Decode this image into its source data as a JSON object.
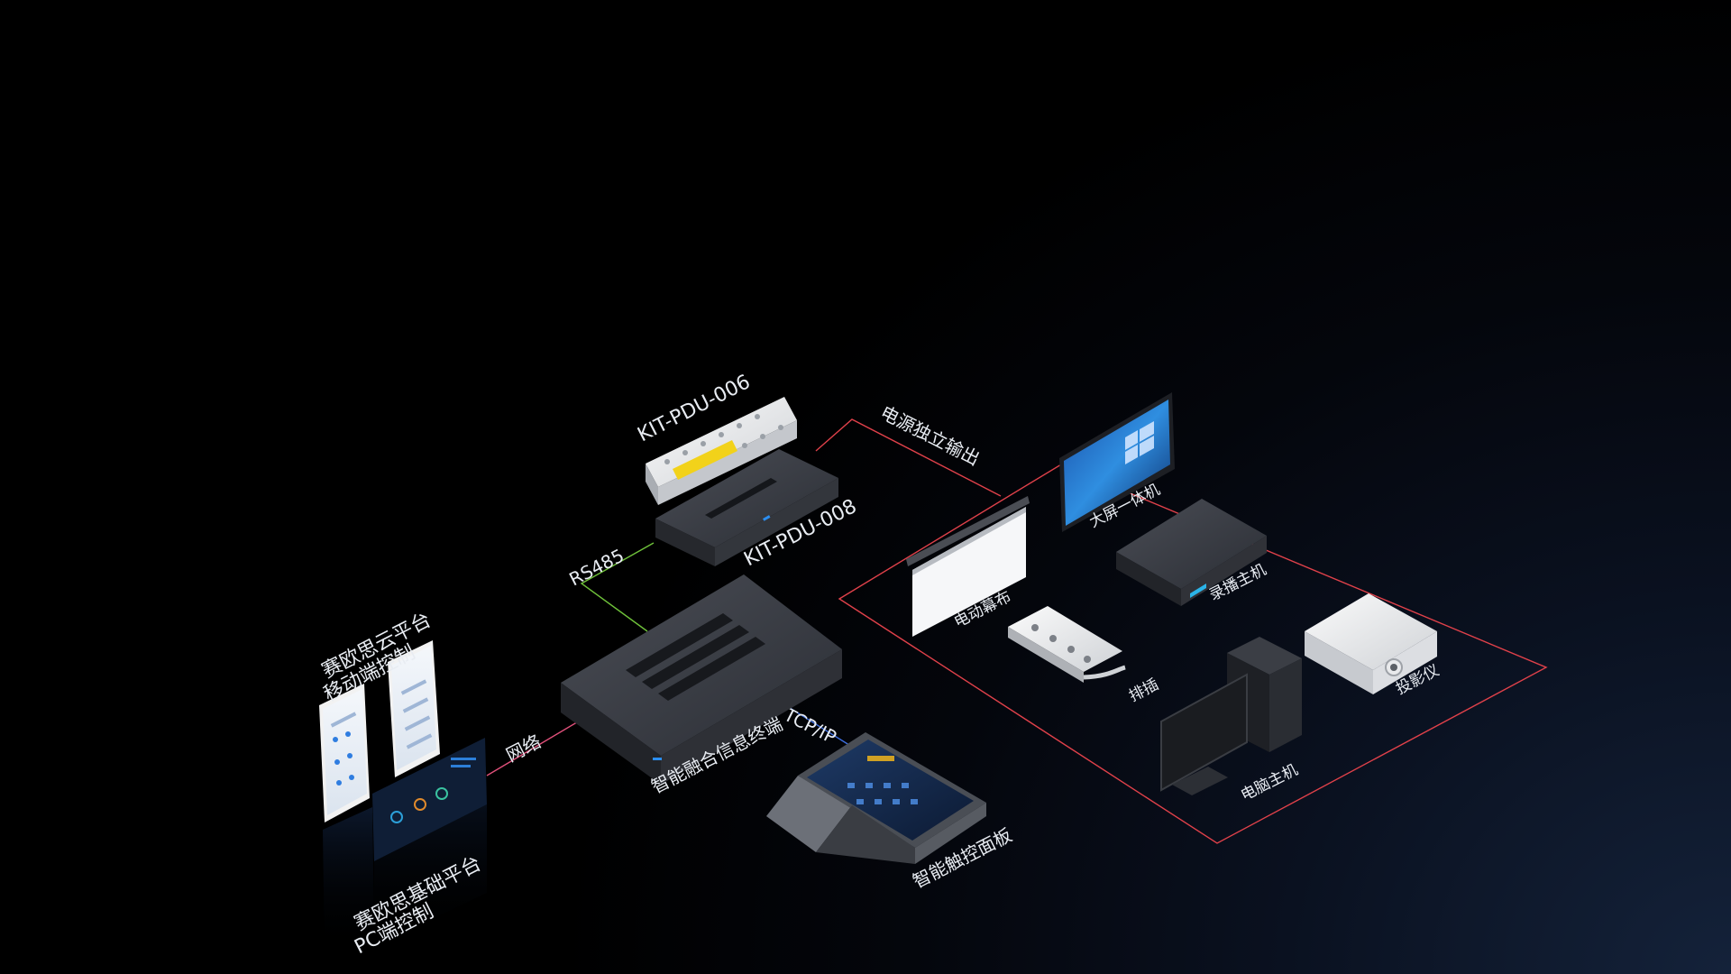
{
  "colors": {
    "power_line": "#e0414a",
    "rs485": "#6fc23a",
    "network": "#e0507a",
    "tcpip": "#3e6fe0",
    "label": "#e8ecf2"
  },
  "devices": {
    "pdu_006": "KIT-PDU-006",
    "pdu_008": "KIT-PDU-008",
    "terminal": "智能融合信息终端",
    "touch_panel": "智能触控面板",
    "large_screen": "大屏一体机",
    "recorder": "录播主机",
    "screen": "电动幕布",
    "power_strip": "排插",
    "projector": "投影仪",
    "pc_host": "电脑主机"
  },
  "platforms": {
    "mobile_line1": "赛欧思云平台",
    "mobile_line2": "移动端控制",
    "pc_line1": "赛欧思基础平台",
    "pc_line2": "PC端控制"
  },
  "links": {
    "power_output": "电源独立输出",
    "rs485": "RS485",
    "network": "网络",
    "tcpip": "TCP/IP"
  },
  "icons": [
    "phone-icon",
    "dashboard-icon",
    "rack-server-icon",
    "touch-panel-icon",
    "monitor-icon",
    "projector-icon",
    "power-strip-icon",
    "projection-screen-icon",
    "pc-tower-icon"
  ]
}
